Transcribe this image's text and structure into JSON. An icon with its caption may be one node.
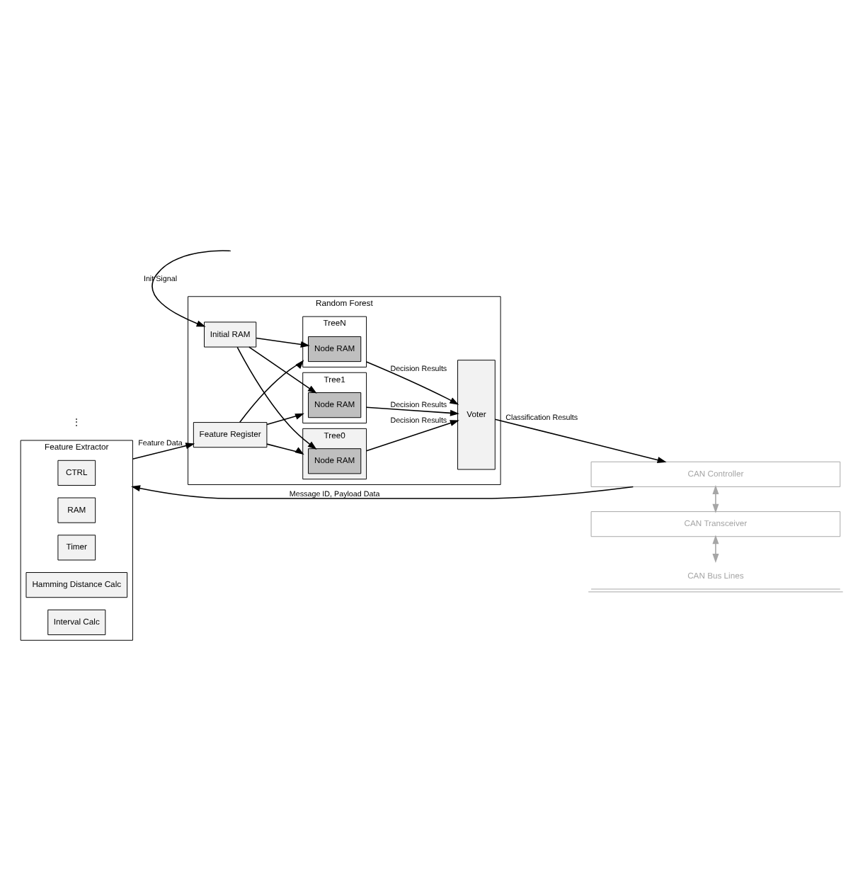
{
  "diagram": {
    "nodes": [
      {
        "text": [
          "Feature Extractor"
        ]
      },
      {
        "text": [
          "CTRL"
        ],
        "in": 0
      },
      {
        "text": [
          "RAM"
        ],
        "in": 0
      },
      {
        "text": [
          "Timer"
        ],
        "in": 0
      },
      {
        "text": [
          "Hamming Distance Calc"
        ],
        "in": 0
      },
      {
        "text": [
          "Interval Calc"
        ],
        "in": 0
      },
      {
        "text": [
          "Random Forest"
        ]
      },
      {
        "text": [
          "Initial RAM"
        ],
        "in": 6
      },
      {
        "text": [
          "Feature Register"
        ],
        "in": 6
      },
      {
        "text": [
          "Tree0"
        ],
        "in": 6
      },
      {
        "text": [
          "Node RAM"
        ],
        "in": 9
      },
      {
        "text": [
          "Tree1"
        ],
        "in": 6
      },
      {
        "text": [
          "Node RAM"
        ],
        "in": 11
      },
      {
        "text": [
          "TreeN"
        ],
        "in": 6
      },
      {
        "text": [
          "Node RAM"
        ],
        "in": 13
      },
      {
        "text": [
          "Voter"
        ],
        "in": 6
      },
      {
        "text": [
          "CAN Controller"
        ]
      },
      {
        "text": [
          "CAN Transceiver"
        ]
      },
      {
        "text": [
          "CAN Bus Lines"
        ]
      }
    ],
    "edges": [
      {
        "from": null,
        "to": 7,
        "arrow": "to",
        "label": "Init Signal"
      },
      {
        "from": 0,
        "to": 8,
        "arrow": "to",
        "label": "Feature Data"
      },
      {
        "from": 7,
        "to": 10,
        "arrow": "to"
      },
      {
        "from": 7,
        "to": 12,
        "arrow": "to"
      },
      {
        "from": 7,
        "to": 14,
        "arrow": "to"
      },
      {
        "from": 8,
        "to": 9,
        "arrow": "to"
      },
      {
        "from": 8,
        "to": 11,
        "arrow": "to"
      },
      {
        "from": 8,
        "to": 13,
        "arrow": "to"
      },
      {
        "from": 9,
        "to": 15,
        "arrow": "to",
        "label": "Decision Results"
      },
      {
        "from": 11,
        "to": 15,
        "arrow": "to",
        "label": "Decision Results"
      },
      {
        "from": 13,
        "to": 15,
        "arrow": "to",
        "label": "Decision Results"
      },
      {
        "from": 15,
        "to": 16,
        "arrow": "to",
        "label": "Classification Results"
      },
      {
        "from": 16,
        "to": 0,
        "arrow": "to",
        "label": "Message ID, Payload Data"
      },
      {
        "from": 16,
        "to": 17,
        "arrow": "both",
        "color": "#a6a6a6"
      },
      {
        "from": 17,
        "to": 18,
        "arrow": "both",
        "color": "#a6a6a6"
      }
    ],
    "labels": [
      "⋮"
    ]
  }
}
